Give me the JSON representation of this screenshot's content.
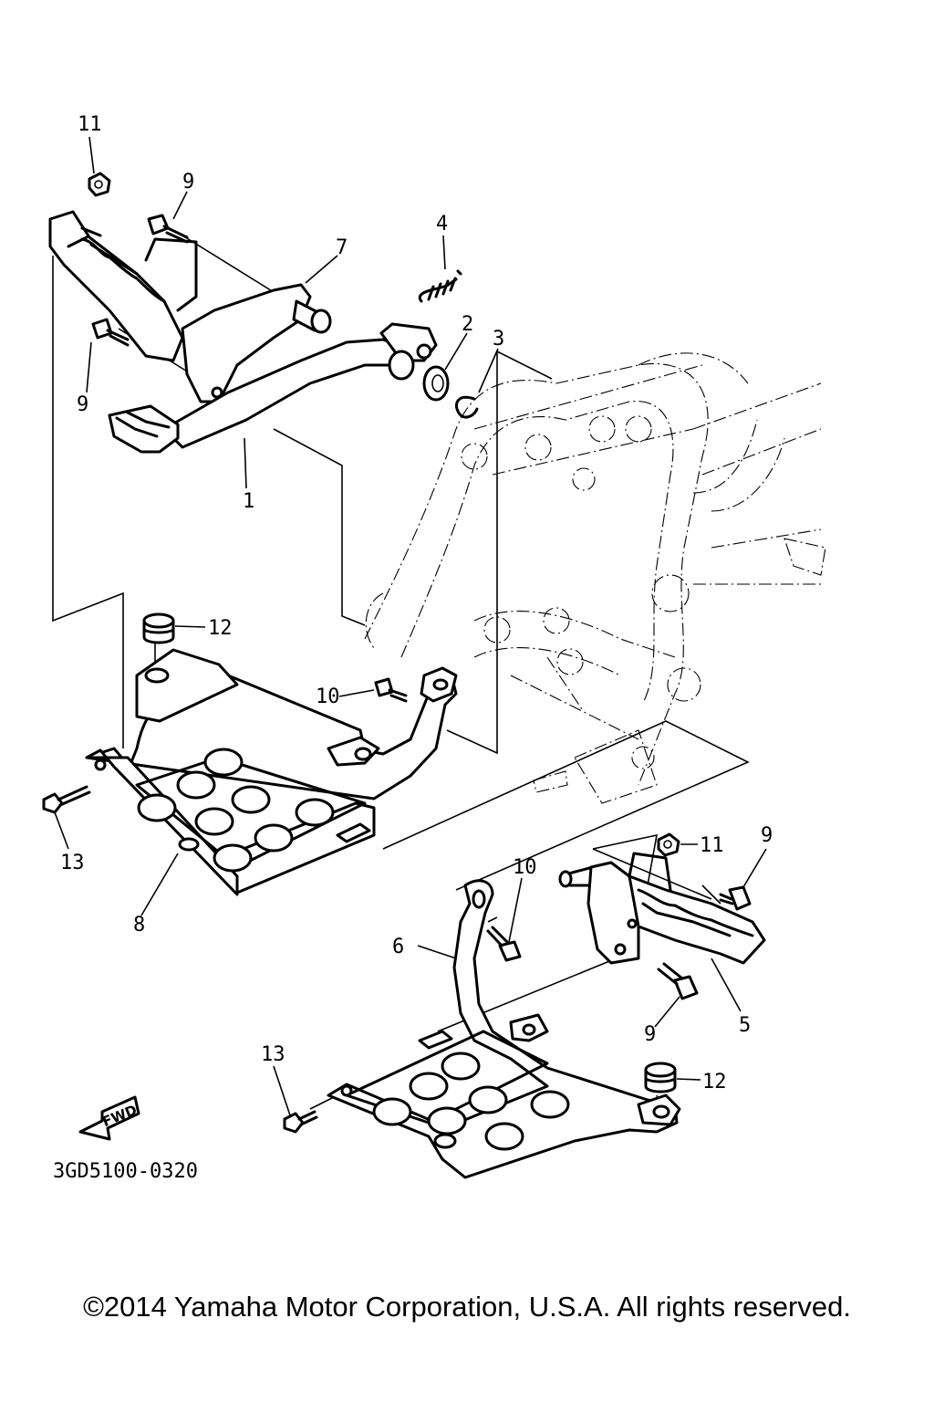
{
  "diagram": {
    "callouts": [
      "11",
      "9",
      "7",
      "4",
      "2",
      "3",
      "9",
      "1",
      "12",
      "10",
      "13",
      "8",
      "11",
      "9",
      "10",
      "6",
      "5",
      "9",
      "13",
      "12"
    ],
    "fwd_label": "FWD",
    "part_code": "3GD5100-0320"
  },
  "copyright": "©2014 Yamaha Motor Corporation, U.S.A. All rights reserved."
}
